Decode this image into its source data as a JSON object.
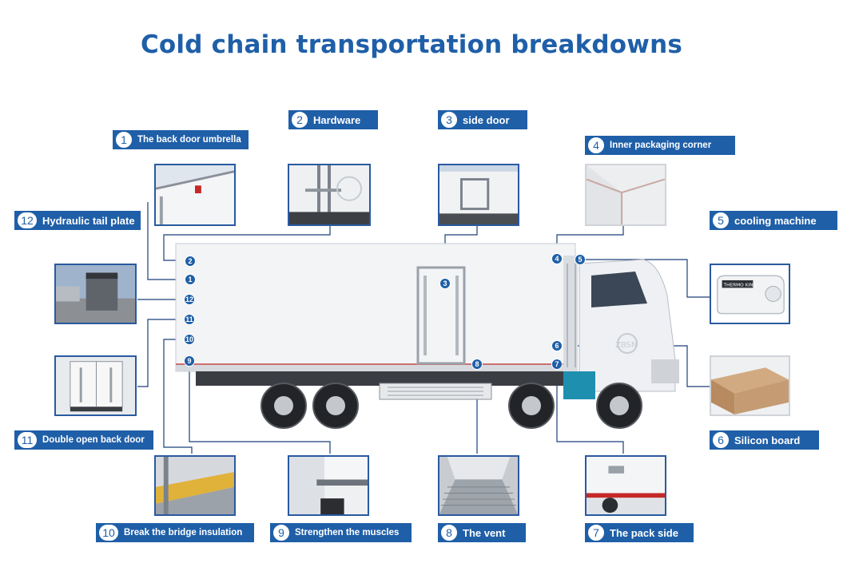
{
  "title": "Cold chain transportation breakdowns",
  "callouts": [
    {
      "num": "1",
      "text": "The back door umbrella"
    },
    {
      "num": "2",
      "text": "Hardware"
    },
    {
      "num": "3",
      "text": "side door"
    },
    {
      "num": "4",
      "text": "Inner packaging corner"
    },
    {
      "num": "5",
      "text": "cooling machine"
    },
    {
      "num": "6",
      "text": "Silicon board"
    },
    {
      "num": "7",
      "text": "The pack side"
    },
    {
      "num": "8",
      "text": "The vent"
    },
    {
      "num": "9",
      "text": "Strengthen the muscles"
    },
    {
      "num": "10",
      "text": "Break the bridge insulation"
    },
    {
      "num": "11",
      "text": "Double open back door"
    },
    {
      "num": "12",
      "text": "Hydraulic tail plate"
    }
  ],
  "pins": [
    "2",
    "1",
    "12",
    "11",
    "10",
    "9",
    "3",
    "8",
    "4",
    "5",
    "6",
    "7"
  ],
  "photo_text": {
    "watermark": "ZBSN",
    "cooling_unit_brand": "THERMO KING"
  },
  "colors": {
    "accent": "#1f5fa8",
    "line": "#1a3f7a"
  },
  "icons": {
    "number_badge": "white circle with number"
  }
}
